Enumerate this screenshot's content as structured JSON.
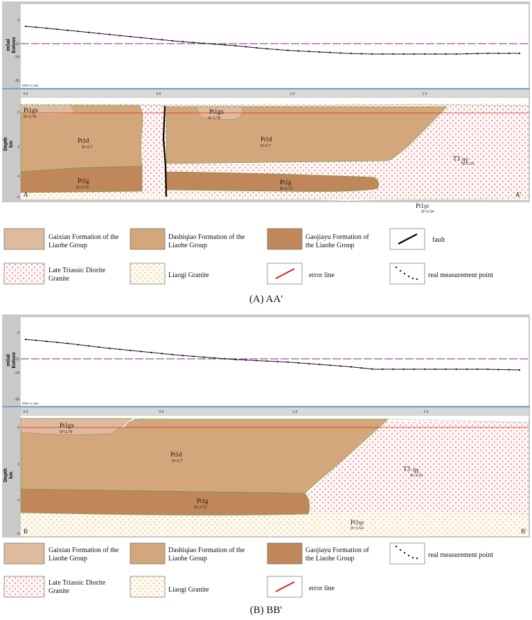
{
  "colors": {
    "gaixian": "#dfbb9d",
    "dashiqiao": "#d3a77b",
    "gaojiayu": "#c0885a",
    "diorite_dot": "#d9878a",
    "granite_dot": "#e6c48c",
    "frame_gray": "#c9c9c9",
    "blue_line": "#7aa0c8",
    "error_red": "#e02020",
    "curve_black": "#111111",
    "purple": "#9b4fa8"
  },
  "common": {
    "y_axis_gravity": "mGal\nEotvos",
    "y_axis_gravity_line1": "mGal",
    "y_axis_gravity_line2": "Eotvos",
    "y_axis_depth_line1": "Depth",
    "y_axis_depth_line2": "km",
    "err_label": "ERR=0.194",
    "gravity_ticks": [
      "0",
      "-12",
      "-24",
      "-36"
    ],
    "x_ticks": [
      "0.0",
      "0.5",
      "1.0",
      "1.5"
    ],
    "depth_ticks": [
      "0",
      "2",
      "4",
      "6"
    ]
  },
  "panels": [
    {
      "id": "A",
      "caption": "(A) AA'",
      "start_label": "A",
      "end_label": "A'",
      "units": [
        {
          "name": "Pt1gx",
          "density": "D=2.78"
        },
        {
          "name": "Pt1gx",
          "density": "D=2.78"
        },
        {
          "name": "Pt1d",
          "density": "D=2.7"
        },
        {
          "name": "Pt1d",
          "density": "D=2.7"
        },
        {
          "name": "Pt1g",
          "density": "D=2.72"
        },
        {
          "name": "Pt1g",
          "density": "D=2.72"
        },
        {
          "name": "T3",
          "density": "D=2.59"
        },
        {
          "name": "Pt1γc",
          "density": "D=2.54"
        }
      ],
      "legend": [
        {
          "label_line1": "Gaixian Formation of the",
          "label_line2": "Liaohe Group"
        },
        {
          "label_line1": "Dashiqiao Formation of the",
          "label_line2": "Liaohe Group"
        },
        {
          "label_line1": "Gaojiayu Formation of",
          "label_line2": "the Liaohe Group"
        },
        {
          "label_line1": "fault",
          "label_line2": ""
        },
        {
          "label_line1": "Late Triassic Diorite",
          "label_line2": "Granite"
        },
        {
          "label_line1": "Liaogi Granite",
          "label_line2": ""
        },
        {
          "label_line1": "error line",
          "label_line2": ""
        },
        {
          "label_line1": "real measurement point",
          "label_line2": ""
        }
      ]
    },
    {
      "id": "B",
      "caption": "(B) BB'",
      "start_label": "B",
      "end_label": "B'",
      "units": [
        {
          "name": "Pt1gx",
          "density": "D=2.78"
        },
        {
          "name": "Pt1d",
          "density": "D=2.7"
        },
        {
          "name": "Pt1g",
          "density": "D=2.72"
        },
        {
          "name": "T3",
          "density": "D=2.59"
        },
        {
          "name": "Pt1γc",
          "density": "D=2.54"
        }
      ],
      "legend": [
        {
          "label_line1": "Gaixian Formation of the",
          "label_line2": "Liaohe Group"
        },
        {
          "label_line1": "Dashiqiao Formation of the",
          "label_line2": "Liaohe Group"
        },
        {
          "label_line1": "Gaojiayu Formation of",
          "label_line2": "the Liaohe Group"
        },
        {
          "label_line1": "real measurement point",
          "label_line2": ""
        },
        {
          "label_line1": "Late Triassic Diorite",
          "label_line2": "Granite"
        },
        {
          "label_line1": "Liaogi Granite",
          "label_line2": ""
        },
        {
          "label_line1": "error line",
          "label_line2": ""
        }
      ]
    }
  ]
}
